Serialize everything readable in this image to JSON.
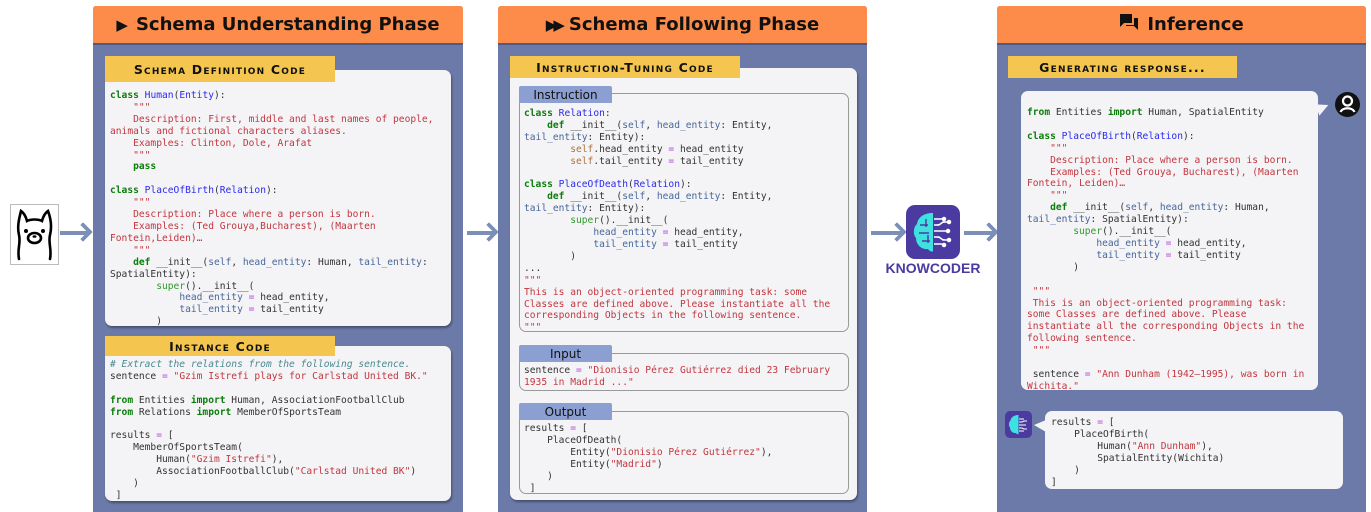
{
  "phases": [
    {
      "title": "Schema Understanding Phase",
      "icon": "play-icon"
    },
    {
      "title": "Schema Following Phase",
      "icon": "fast-forward-icon"
    },
    {
      "title": "Inference",
      "icon": "chat-icon"
    }
  ],
  "logo": {
    "name": "KNOWCODER",
    "colors": {
      "bg": "#4b3aa0",
      "brain": "#3fe0e0"
    }
  },
  "colors": {
    "header": "#fd8c4b",
    "panel": "#6b7aa8",
    "label": "#f5c64f",
    "tab": "#8c9fd2"
  },
  "schema_definition": {
    "label": "Schema Definition Code",
    "code": [
      [
        [
          "k",
          "class"
        ],
        " ",
        [
          "c",
          "Human"
        ],
        "(",
        [
          "c",
          "Entity"
        ],
        "):"
      ],
      [
        "    ",
        [
          "s",
          "\"\"\""
        ]
      ],
      [
        [
          "s",
          "    Description: First, middle and last names of people,"
        ]
      ],
      [
        [
          "s",
          "animals and fictional characters aliases."
        ]
      ],
      [
        [
          "s",
          "    Examples: Clinton, Dole, Arafat"
        ]
      ],
      [
        [
          "s",
          "    \"\"\""
        ]
      ],
      [
        "    ",
        [
          "k",
          "pass"
        ]
      ],
      [
        ""
      ],
      [
        [
          "k",
          "class"
        ],
        " ",
        [
          "c",
          "PlaceOfBirth"
        ],
        "(",
        [
          "c",
          "Relation"
        ],
        "):"
      ],
      [
        [
          "s",
          "    \"\"\""
        ]
      ],
      [
        [
          "s",
          "    Description: Place where a person is born."
        ]
      ],
      [
        [
          "s",
          "    Examples: (Ted Grouya,Bucharest), (Maarten"
        ]
      ],
      [
        [
          "s",
          "Fontein,Leiden)…"
        ]
      ],
      [
        [
          "s",
          "    \"\"\""
        ]
      ],
      [
        "    ",
        [
          "k",
          "def"
        ],
        " __init__(",
        [
          "p",
          "self"
        ],
        ", ",
        [
          "p",
          "head_entity"
        ],
        ": Human, ",
        [
          "p",
          "tail_entity"
        ],
        ":"
      ],
      [
        "SpatialEntity):"
      ],
      [
        "        ",
        [
          "f",
          "super"
        ],
        "().__init__("
      ],
      [
        "            ",
        [
          "p",
          "head_entity"
        ],
        " ",
        [
          "o",
          "="
        ],
        " head_entity,"
      ],
      [
        "            ",
        [
          "p",
          "tail_entity"
        ],
        " ",
        [
          "o",
          "="
        ],
        " tail_entity"
      ],
      [
        "        )"
      ]
    ]
  },
  "instance": {
    "label": "Instance Code",
    "code": [
      [
        [
          "m",
          "# Extract the relations from the following sentence."
        ]
      ],
      [
        "sentence ",
        [
          "o",
          "="
        ],
        " ",
        [
          "s",
          "\"Gzim Istrefi plays for Carlstad United BK.\""
        ]
      ],
      [
        ""
      ],
      [
        [
          "k",
          "from"
        ],
        " Entities ",
        [
          "k",
          "import"
        ],
        " Human, AssociationFootballClub"
      ],
      [
        [
          "k",
          "from"
        ],
        " Relations ",
        [
          "k",
          "import"
        ],
        " MemberOfSportsTeam"
      ],
      [
        ""
      ],
      [
        "results ",
        [
          "o",
          "="
        ],
        " ["
      ],
      [
        "    MemberOfSportsTeam("
      ],
      [
        "        Human(",
        [
          "s",
          "\"Gzim Istrefi\""
        ],
        "),"
      ],
      [
        "        AssociationFootballClub(",
        [
          "s",
          "\"Carlstad United BK\""
        ],
        ")"
      ],
      [
        "    )"
      ],
      [
        " ]"
      ]
    ]
  },
  "instruction_tuning": {
    "label": "Instruction-Tuning Code",
    "instruction": {
      "tab": "Instruction",
      "code": [
        [
          [
            "k",
            "class"
          ],
          " ",
          [
            "c",
            "Relation"
          ],
          ":"
        ],
        [
          "    ",
          [
            "k",
            "def"
          ],
          " __init__(",
          [
            "p",
            "self"
          ],
          ", ",
          [
            "p",
            "head_entity"
          ],
          ": Entity,"
        ],
        [
          [
            "p",
            "tail_entity"
          ],
          ": Entity):"
        ],
        [
          "        ",
          [
            "self",
            "self"
          ],
          ".head_entity ",
          [
            "o",
            "="
          ],
          " head_entity"
        ],
        [
          "        ",
          [
            "self",
            "self"
          ],
          ".tail_entity ",
          [
            "o",
            "="
          ],
          " tail_entity"
        ],
        [
          ""
        ],
        [
          [
            "k",
            "class"
          ],
          " ",
          [
            "c",
            "PlaceOfDeath"
          ],
          "(",
          [
            "c",
            "Relation"
          ],
          "):"
        ],
        [
          "    ",
          [
            "k",
            "def"
          ],
          " __init__(",
          [
            "p",
            "self"
          ],
          ", ",
          [
            "p",
            "head_entity"
          ],
          ": Entity,"
        ],
        [
          [
            "p",
            "tail_entity"
          ],
          ": Entity):"
        ],
        [
          "        ",
          [
            "f",
            "super"
          ],
          "().__init__("
        ],
        [
          "            ",
          [
            "p",
            "head_entity"
          ],
          " ",
          [
            "o",
            "="
          ],
          " head_entity,"
        ],
        [
          "            ",
          [
            "p",
            "tail_entity"
          ],
          " ",
          [
            "o",
            "="
          ],
          " tail_entity"
        ],
        [
          "        )"
        ],
        [
          "..."
        ],
        [
          [
            "s",
            "\"\"\""
          ]
        ],
        [
          [
            "s",
            "This is an object-oriented programming task: some"
          ]
        ],
        [
          [
            "s",
            "Classes are defined above. Please instantiate all the"
          ]
        ],
        [
          [
            "s",
            "corresponding Objects in the following sentence."
          ]
        ],
        [
          [
            "s",
            "\"\"\""
          ]
        ]
      ]
    },
    "input": {
      "tab": "Input",
      "code": [
        [
          "sentence ",
          [
            "o",
            "="
          ],
          " ",
          [
            "s",
            "\"Dionisio Pérez Gutiérrez died 23 February"
          ]
        ],
        [
          [
            "s",
            "1935 in Madrid ...\""
          ]
        ]
      ]
    },
    "output": {
      "tab": "Output",
      "code": [
        [
          "results ",
          [
            "o",
            "="
          ],
          " ["
        ],
        [
          "    PlaceOfDeath("
        ],
        [
          "        Entity(",
          [
            "s",
            "\"Dionisio Pérez Gutiérrez\""
          ],
          "),"
        ],
        [
          "        Entity(",
          [
            "s",
            "\"Madrid\""
          ],
          ")"
        ],
        [
          "    )"
        ],
        [
          " ]"
        ]
      ]
    }
  },
  "inference": {
    "label": "Generating response...",
    "prompt": {
      "code": [
        [
          [
            "k",
            "from"
          ],
          " Entities ",
          [
            "k",
            "import"
          ],
          " Human, SpatialEntity"
        ],
        [
          ""
        ],
        [
          [
            "k",
            "class"
          ],
          " ",
          [
            "c",
            "PlaceOfBirth"
          ],
          "(",
          [
            "c",
            "Relation"
          ],
          "):"
        ],
        [
          [
            "s",
            "    \"\"\""
          ]
        ],
        [
          [
            "s",
            "    Description: Place where a person is born."
          ]
        ],
        [
          [
            "s",
            "    Examples: (Ted Grouya, Bucharest), (Maarten"
          ]
        ],
        [
          [
            "s",
            "Fontein, Leiden)…"
          ]
        ],
        [
          [
            "s",
            "    \"\"\""
          ]
        ],
        [
          "    ",
          [
            "k",
            "def"
          ],
          " __init__(",
          [
            "p",
            "self"
          ],
          ", ",
          [
            "p",
            "head_entity"
          ],
          ": Human,"
        ],
        [
          [
            "p",
            "tail_entity"
          ],
          ": SpatialEntity):"
        ],
        [
          "        ",
          [
            "f",
            "super"
          ],
          "().__init__("
        ],
        [
          "            ",
          [
            "p",
            "head_entity"
          ],
          " ",
          [
            "o",
            "="
          ],
          " head_entity,"
        ],
        [
          "            ",
          [
            "p",
            "tail_entity"
          ],
          " ",
          [
            "o",
            "="
          ],
          " tail_entity"
        ],
        [
          "        )"
        ],
        [
          ""
        ],
        [
          [
            "s",
            " \"\"\""
          ]
        ],
        [
          [
            "s",
            " This is an object-oriented programming task:"
          ]
        ],
        [
          [
            "s",
            "some Classes are defined above. Please"
          ]
        ],
        [
          [
            "s",
            "instantiate all the corresponding Objects in the"
          ]
        ],
        [
          [
            "s",
            "following sentence."
          ]
        ],
        [
          [
            "s",
            " \"\"\""
          ]
        ],
        [
          ""
        ],
        [
          " sentence ",
          [
            "o",
            "="
          ],
          " ",
          [
            "s",
            "\"Ann Dunham (1942–1995), was born in"
          ]
        ],
        [
          [
            "s",
            "Wichita.\""
          ]
        ]
      ]
    },
    "response": {
      "code": [
        [
          "results ",
          [
            "o",
            "="
          ],
          " ["
        ],
        [
          "    PlaceOfBirth("
        ],
        [
          "        Human(",
          [
            "s",
            "\"Ann Dunham\""
          ],
          "),"
        ],
        [
          "        SpatialEntity(Wichita)"
        ],
        [
          "    )"
        ],
        [
          "]"
        ]
      ]
    }
  }
}
